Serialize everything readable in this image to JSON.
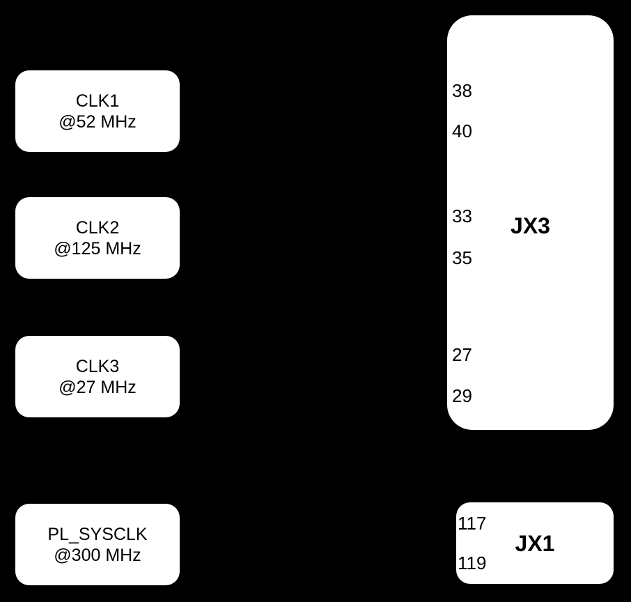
{
  "diagram": {
    "background": "#000000",
    "box_fill": "#ffffff",
    "text_color": "#000000"
  },
  "clock_sources": [
    {
      "name": "CLK1",
      "freq": "@52 MHz"
    },
    {
      "name": "CLK2",
      "freq": "@125 MHz"
    },
    {
      "name": "CLK3",
      "freq": "@27 MHz"
    },
    {
      "name": "PL_SYSCLK",
      "freq": "@300 MHz"
    }
  ],
  "connectors": [
    {
      "label": "JX3",
      "pins": [
        "38",
        "40",
        "33",
        "35",
        "27",
        "29"
      ]
    },
    {
      "label": "JX1",
      "pins": [
        "117",
        "119"
      ]
    }
  ]
}
